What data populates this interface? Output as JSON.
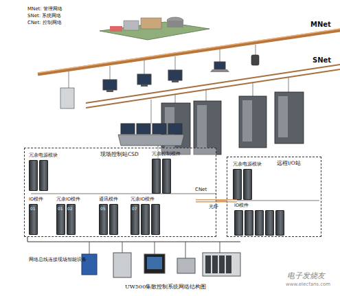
{
  "diagram": {
    "caption": "UW500集散控制系统网络结构图",
    "nodes": [
      {
        "text": [
          "现场控制站CSD"
        ]
      },
      {
        "text": [
          "冗余电源模块"
        ],
        "in": 0
      },
      {
        "text": [
          "冗余控制模件"
        ],
        "in": 0
      },
      {
        "text": [
          "IO模件"
        ],
        "in": 0
      },
      {
        "text": [
          "冗余IO模件"
        ],
        "in": 0
      },
      {
        "text": [
          "通讯模件"
        ],
        "in": 0
      },
      {
        "text": [
          "冗余IO模件"
        ],
        "in": 0
      },
      {
        "text": [
          "远程I/O站"
        ]
      },
      {
        "text": [
          "冗余电源模块"
        ],
        "in": 7
      },
      {
        "text": [
          "IO模件"
        ],
        "in": 7
      }
    ],
    "edges": [
      {
        "from": 0,
        "to": 7,
        "label": "光纤",
        "arrow": "none"
      }
    ],
    "labels": [
      "MNet: 管理网络",
      "SNet: 系统网络",
      "CNet: 控制网络",
      "MNet",
      "SNet",
      "CNet",
      "01",
      "01",
      "02",
      "05",
      "07",
      "网络总线连接现场智能设备",
      "…",
      "电子发烧友",
      "www.elecfans.com"
    ]
  }
}
